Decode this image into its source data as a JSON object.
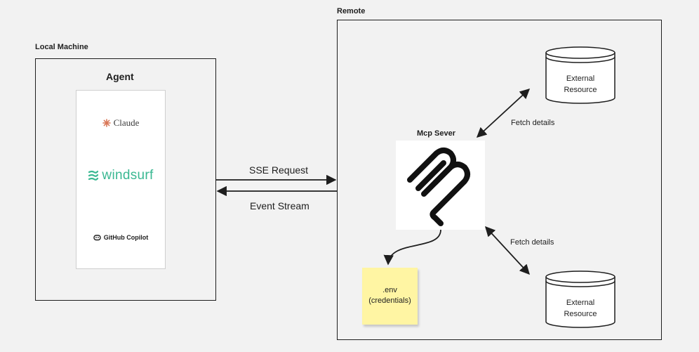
{
  "local_machine": {
    "label": "Local Machine",
    "agent": {
      "title": "Agent",
      "clients": [
        {
          "name": "Claude",
          "icon": "claude-asterisk-icon"
        },
        {
          "name": "windsurf",
          "icon": "windsurf-logo-icon"
        },
        {
          "name": "GitHub Copilot",
          "icon": "github-copilot-icon"
        }
      ]
    }
  },
  "connections": {
    "request_label": "SSE Request",
    "response_label": "Event Stream"
  },
  "remote": {
    "label": "Remote",
    "server": {
      "title": "Mcp Sever",
      "icon": "mcp-logo-icon"
    },
    "resources": [
      {
        "line1": "External",
        "line2": "Resource"
      },
      {
        "line1": "External",
        "line2": "Resource"
      }
    ],
    "fetch_labels": [
      "Fetch details",
      "Fetch details"
    ],
    "env_note": {
      "line1": ".env",
      "line2": "(credentials)"
    }
  },
  "colors": {
    "background": "#f2f2f2",
    "stroke": "#1e1e1e",
    "windsurf": "#3ab892",
    "claude": "#d97757",
    "note": "#fff5a3"
  }
}
